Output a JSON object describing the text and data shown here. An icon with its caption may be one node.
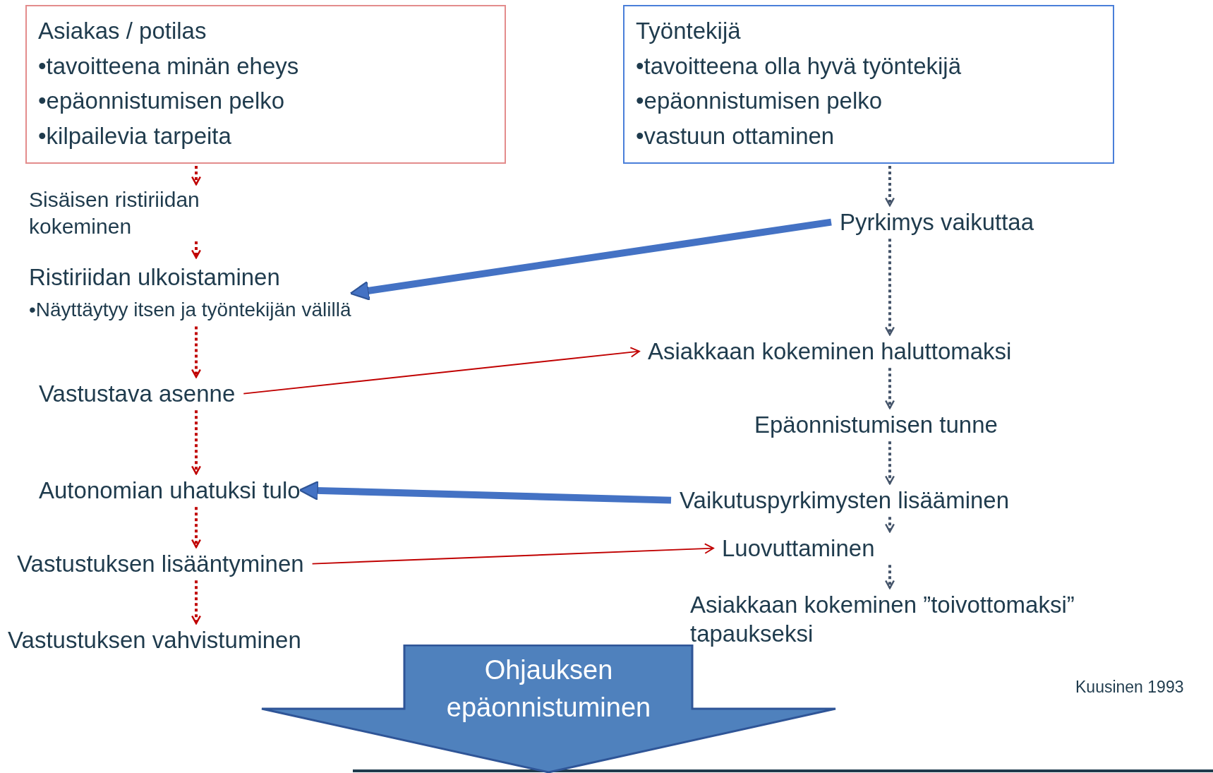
{
  "diagram": {
    "nodes": [
      {
        "text": [
          "Asiakas / potilas",
          "•tavoitteena minän eheys",
          "•epäonnistumisen pelko",
          "•kilpailevia tarpeita"
        ]
      },
      {
        "text": [
          "Työntekijä",
          "•tavoitteena olla hyvä työntekijä",
          "•epäonnistumisen pelko",
          "•vastuun ottaminen"
        ]
      },
      {
        "text": [
          "Sisäisen ristiriidan kokeminen"
        ]
      },
      {
        "text": [
          "Ristiriidan ulkoistaminen",
          "•Näyttäytyy itsen ja työntekijän välillä"
        ]
      },
      {
        "text": [
          "Vastustava asenne"
        ]
      },
      {
        "text": [
          "Autonomian uhatuksi tulo"
        ]
      },
      {
        "text": [
          "Vastustuksen lisääntyminen"
        ]
      },
      {
        "text": [
          "Vastustuksen vahvistuminen"
        ]
      },
      {
        "text": [
          "Pyrkimys vaikuttaa"
        ]
      },
      {
        "text": [
          "Asiakkaan kokeminen haluttomaksi"
        ]
      },
      {
        "text": [
          "Epäonnistumisen tunne"
        ]
      },
      {
        "text": [
          "Vaikutuspyrkimysten lisääminen"
        ]
      },
      {
        "text": [
          "Luovuttaminen"
        ]
      },
      {
        "text": [
          "Asiakkaan kokeminen ”toivottomaksi” tapaukseksi"
        ]
      },
      {
        "text": [
          "Ohjauksen epäonnistuminen"
        ]
      }
    ],
    "edges": [
      {
        "from": 0,
        "to": 2,
        "arrow": "to",
        "style": "dashed"
      },
      {
        "from": 2,
        "to": 3,
        "arrow": "to",
        "style": "dashed"
      },
      {
        "from": 3,
        "to": 4,
        "arrow": "to",
        "style": "dashed"
      },
      {
        "from": 4,
        "to": 5,
        "arrow": "to",
        "style": "dashed"
      },
      {
        "from": 5,
        "to": 6,
        "arrow": "to",
        "style": "dashed"
      },
      {
        "from": 6,
        "to": 7,
        "arrow": "to",
        "style": "dashed"
      },
      {
        "from": 1,
        "to": 8,
        "arrow": "to",
        "style": "dashed",
        "color": "#44546a"
      },
      {
        "from": 8,
        "to": 9,
        "arrow": "to",
        "style": "dashed",
        "color": "#44546a"
      },
      {
        "from": 9,
        "to": 10,
        "arrow": "to",
        "style": "dashed",
        "color": "#44546a"
      },
      {
        "from": 10,
        "to": 11,
        "arrow": "to",
        "style": "dashed",
        "color": "#44546a"
      },
      {
        "from": 11,
        "to": 12,
        "arrow": "to",
        "style": "dashed",
        "color": "#44546a"
      },
      {
        "from": 12,
        "to": 13,
        "arrow": "to",
        "style": "dashed",
        "color": "#44546a"
      },
      {
        "from": 8,
        "to": 3,
        "arrow": "to",
        "style": "thick",
        "color": "#4472c4"
      },
      {
        "from": 11,
        "to": 5,
        "arrow": "to",
        "style": "thick",
        "color": "#4472c4"
      },
      {
        "from": 4,
        "to": 9,
        "arrow": "to"
      },
      {
        "from": 6,
        "to": 12,
        "arrow": "to"
      }
    ],
    "labels": [
      "Kuusinen 1993"
    ]
  }
}
